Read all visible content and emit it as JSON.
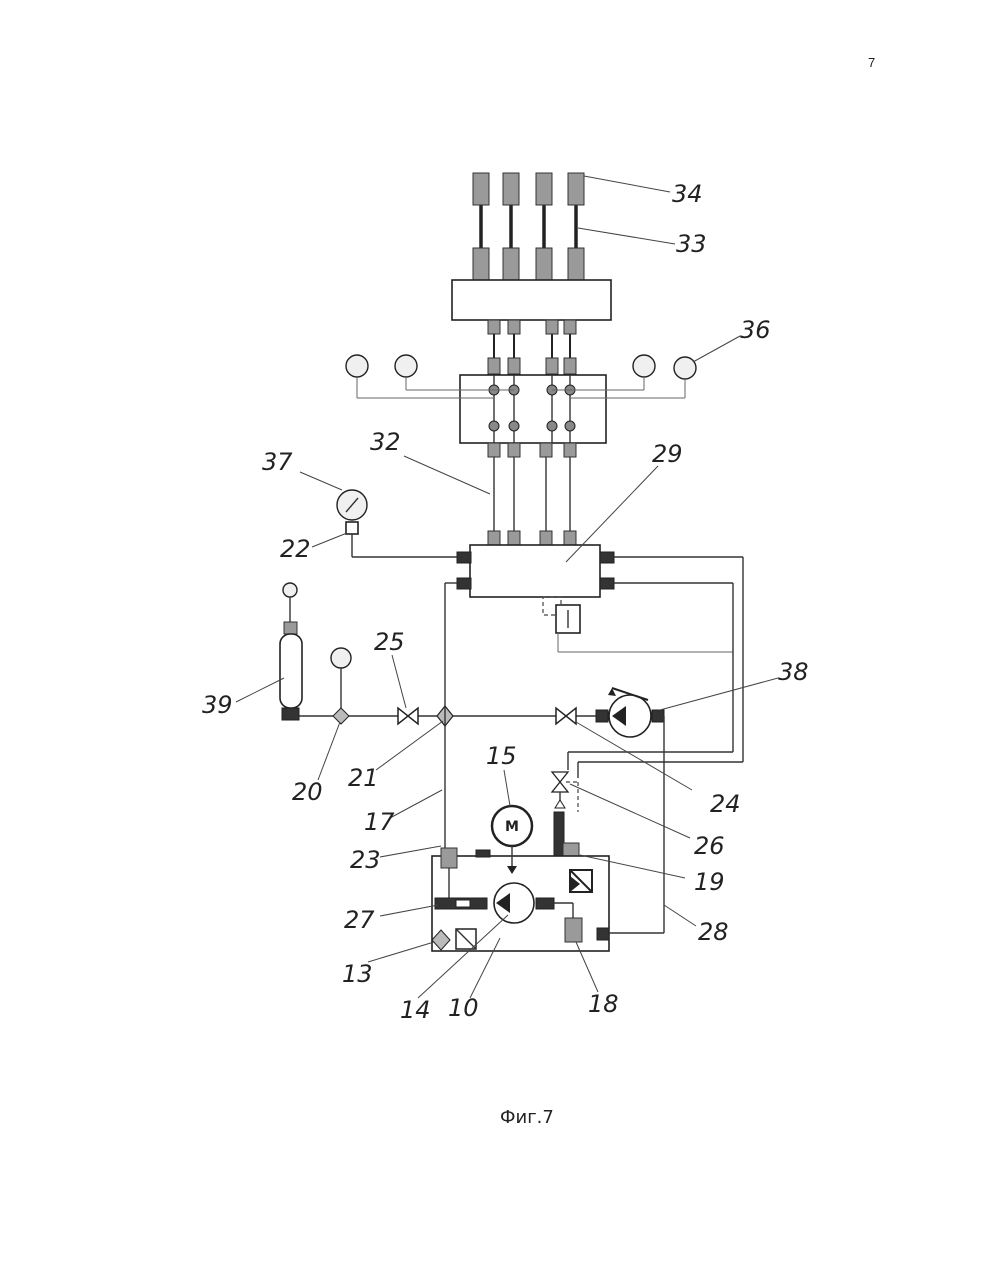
{
  "page": {
    "number": "7"
  },
  "figure": {
    "caption": "Фиг.7"
  },
  "motor": {
    "symbol": "M"
  },
  "labels": {
    "l34": "34",
    "l33": "33",
    "l36": "36",
    "l32": "32",
    "l29": "29",
    "l37": "37",
    "l22": "22",
    "l25": "25",
    "l38": "38",
    "l39": "39",
    "l20": "20",
    "l21": "21",
    "l15": "15",
    "l24": "24",
    "l17": "17",
    "l26": "26",
    "l23": "23",
    "l19": "19",
    "l27": "27",
    "l28": "28",
    "l13": "13",
    "l14": "14",
    "l10": "10",
    "l18": "18"
  }
}
